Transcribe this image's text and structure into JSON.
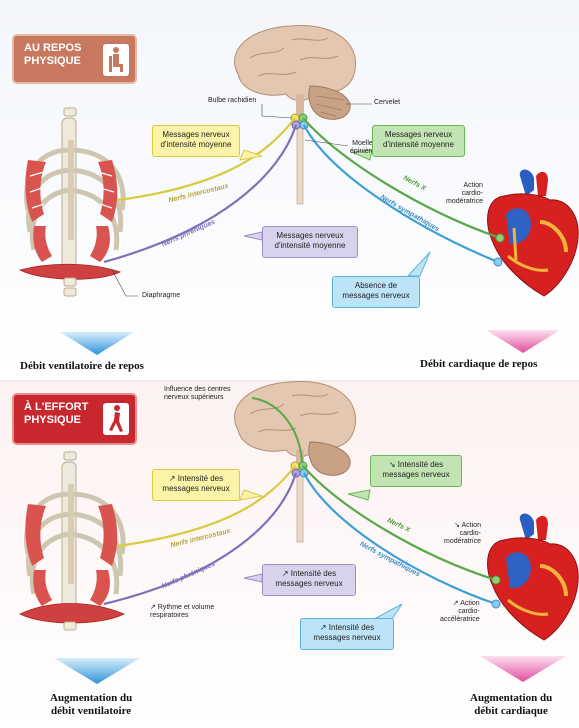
{
  "top": {
    "header": [
      "AU REPOS",
      "PHYSIQUE"
    ],
    "labels": {
      "bulbe": "Bulbe rachidien",
      "cervelet": "Cervelet",
      "moelle": [
        "Moelle",
        "épinière"
      ],
      "action": [
        "Action",
        "cardio-",
        "modératrice"
      ],
      "diaphragme": "Diaphragme"
    },
    "boxes": {
      "yellow": [
        "Messages nerveux",
        "d'intensité moyenne"
      ],
      "green": [
        "Messages nerveux",
        "d'intensité moyenne"
      ],
      "violet": [
        "Messages nerveux",
        "d'intensité moyenne"
      ],
      "blue": [
        "Absence de",
        "messages nerveux"
      ]
    },
    "nerves": {
      "intercostaux": "Nerfs intercostaux",
      "phreniques": "Nerfs phréniques",
      "x": "Nerfs X",
      "sympathiques": "Nerfs sympathiques"
    },
    "outputs": {
      "left": "Débit ventilatoire de repos",
      "right": "Débit cardiaque de repos"
    }
  },
  "bottom": {
    "header": [
      "À L'EFFORT",
      "PHYSIQUE"
    ],
    "labels": {
      "influence": [
        "Influence des centres",
        "nerveux supérieurs"
      ],
      "moderatrice": [
        "↘ Action",
        "cardio-",
        "modératrice"
      ],
      "acceleratrice": [
        "↗ Action",
        "cardio-",
        "accélératrice"
      ],
      "rythme": [
        "↗ Rythme et volume",
        "respiratoires"
      ]
    },
    "boxes": {
      "yellow": [
        "↗ Intensité des",
        "messages nerveux"
      ],
      "green": [
        "↘ Intensité des",
        "messages nerveux"
      ],
      "violet": [
        "↗ Intensité des",
        "messages nerveux"
      ],
      "blue": [
        "↗ Intensité des",
        "messages nerveux"
      ]
    },
    "nerves": {
      "intercostaux": "Nerfs intercostaux",
      "phreniques": "Nerfs phréniques",
      "x": "Nerfs X",
      "sympathiques": "Nerfs sympathiques"
    },
    "outputs": {
      "left": [
        "Augmentation du",
        "débit ventilatoire"
      ],
      "right": [
        "Augmentation du",
        "débit cardiaque"
      ]
    }
  },
  "colors": {
    "yellow": "#d8cb3f",
    "green": "#5aa84a",
    "violet": "#7f70b8",
    "blue": "#3e9fd6",
    "muscle": "#d9534f",
    "heart": "#d92020",
    "brain": "#dcc0aa"
  },
  "icons": [
    "sitting-person-icon",
    "walking-person-icon",
    "brain-icon",
    "ribcage-icon",
    "heart-icon",
    "down-arrow-icon"
  ]
}
